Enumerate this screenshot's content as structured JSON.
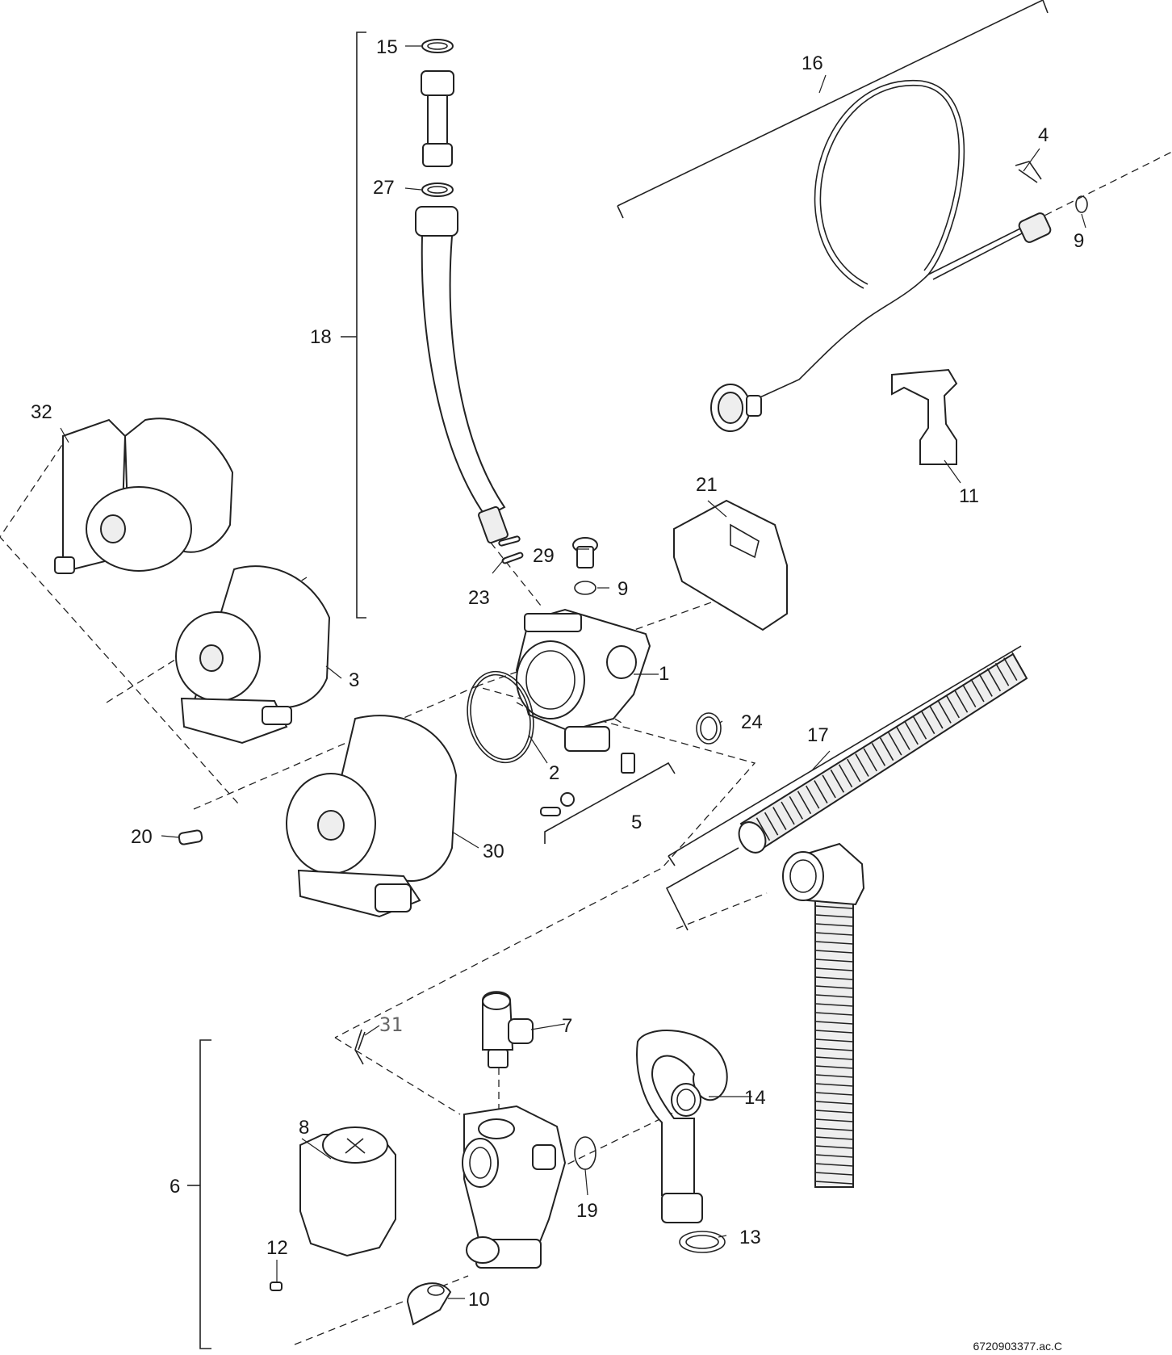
{
  "diagram": {
    "callouts": {
      "c1": "1",
      "c2": "2",
      "c3": "3",
      "c4": "4",
      "c5": "5",
      "c6": "6",
      "c7": "7",
      "c8": "8",
      "c9a": "9",
      "c9b": "9",
      "c10": "10",
      "c11": "11",
      "c12": "12",
      "c13": "13",
      "c14": "14",
      "c15": "15",
      "c16": "16",
      "c17": "17",
      "c18": "18",
      "c19": "19",
      "c20": "20",
      "c21": "21",
      "c23": "23",
      "c24": "24",
      "c27": "27",
      "c29": "29",
      "c30": "30",
      "c31": "31",
      "c32": "32"
    },
    "drawing_code": "6720903377.ac.C"
  }
}
